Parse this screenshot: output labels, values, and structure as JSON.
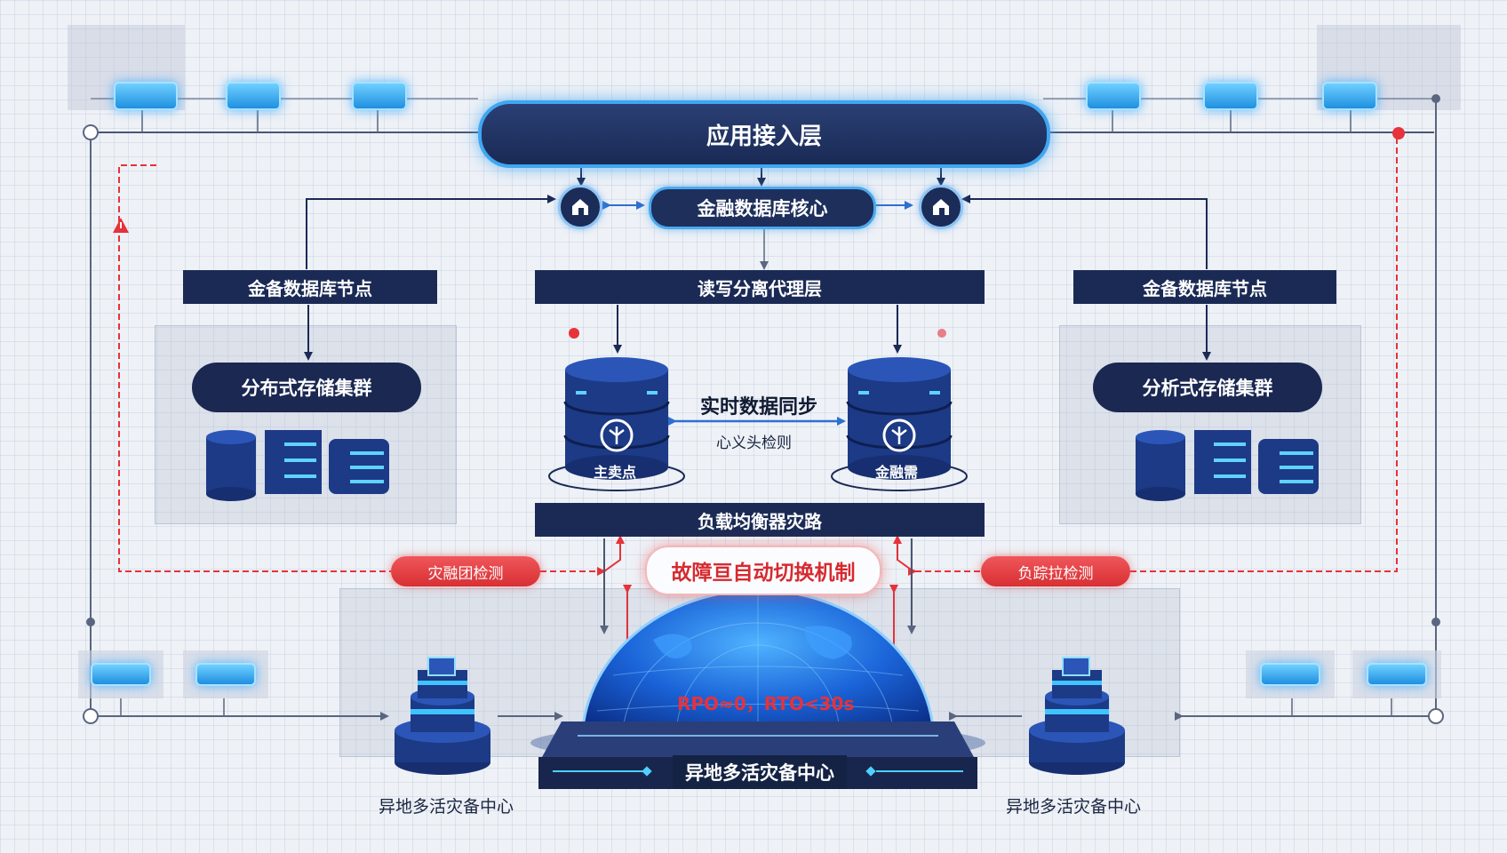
{
  "app_layer": "应用接入层",
  "core": "金融数据库核心",
  "left_node_bar": "金备数据库节点",
  "right_node_bar": "金备数据库节点",
  "proxy_bar": "读写分离代理层",
  "left_cluster": "分布式存储集群",
  "right_cluster": "分析式存储集群",
  "sync_title": "实时数据同步",
  "sync_sub": "心义头检则",
  "primary_label": "主卖点",
  "secondary_label": "金融需",
  "lb_bar": "负载均衡器灾路",
  "failover_title": "故障亘自动切换机制",
  "left_red": "灾融团检测",
  "right_red": "负踪拉检测",
  "rpo_text": "RPO≈0，RTO<30s",
  "dr_center_bottom": "异地多活灾备中心",
  "dr_left": "异地多活灾备中心",
  "dr_right": "异地多活灾备中心",
  "colors": {
    "navy": "#1b2a55",
    "glow_blue": "#3fa6f2",
    "alert_red": "#e6323a"
  },
  "icons": [
    "server-icon",
    "database-icon",
    "gateway-icon",
    "globe-icon",
    "alert-icon"
  ]
}
